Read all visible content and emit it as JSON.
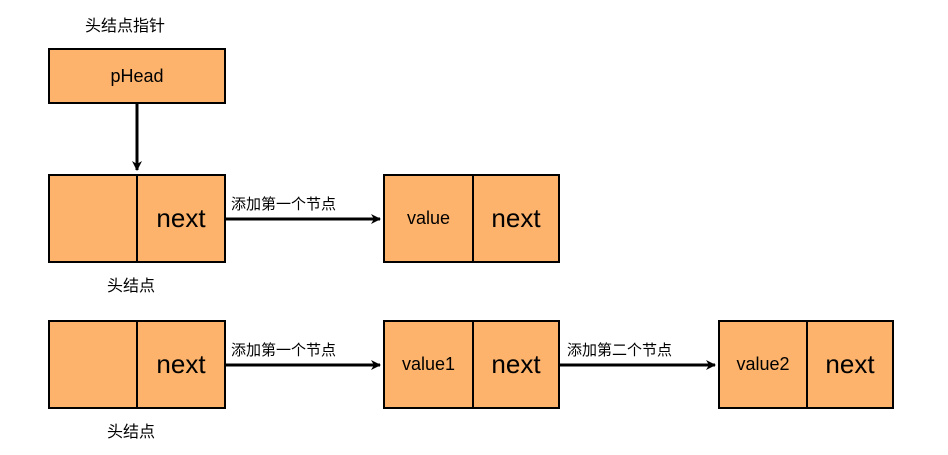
{
  "top": {
    "title": "头结点指针",
    "pointer_label": "pHead"
  },
  "row1": {
    "head_next": "next",
    "head_caption": "头结点",
    "edge1": "添加第一个节点",
    "node1_value": "value",
    "node1_next": "next"
  },
  "row2": {
    "head_next": "next",
    "head_caption": "头结点",
    "edge1": "添加第一个节点",
    "node1_value": "value1",
    "node1_next": "next",
    "edge2": "添加第二个节点",
    "node2_value": "value2",
    "node2_next": "next"
  },
  "colors": {
    "node_fill": "#fdb36c",
    "stroke": "#000000"
  }
}
